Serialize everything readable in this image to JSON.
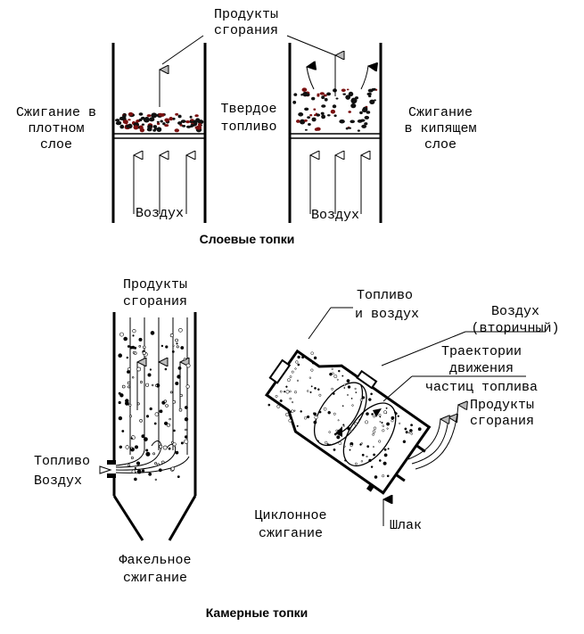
{
  "diagram": {
    "top_section": {
      "title": "Слоевые топки",
      "products_label_line1": "Продукты",
      "products_label_line2": "сгорания",
      "dense_bed_label": [
        "Сжигание в",
        "плотном",
        "слое"
      ],
      "solid_fuel_label": [
        "Твердое",
        "топливо"
      ],
      "fluidized_bed_label": [
        "Сжигание",
        "в кипящем",
        "слое"
      ],
      "air_left": "Воздух",
      "air_right": "Воздух"
    },
    "bottom_section": {
      "title": "Камерные топки",
      "torch_products": [
        "Продукты",
        "сгорания"
      ],
      "torch_fuel": "Топливо",
      "torch_air": "Воздух",
      "torch_caption": [
        "Факельное",
        "сжигание"
      ],
      "cyclone_fuel_air": [
        "Топливо",
        "и воздух"
      ],
      "cyclone_secondary_air": [
        "Воздух",
        "(вторичный)"
      ],
      "cyclone_trajectories": [
        "Траектории",
        "движения",
        "частиц топлива"
      ],
      "cyclone_products": [
        "Продукты",
        "сгорания"
      ],
      "cyclone_caption": [
        "Циклонное",
        "сжигание"
      ],
      "slag": "Шлак"
    }
  }
}
